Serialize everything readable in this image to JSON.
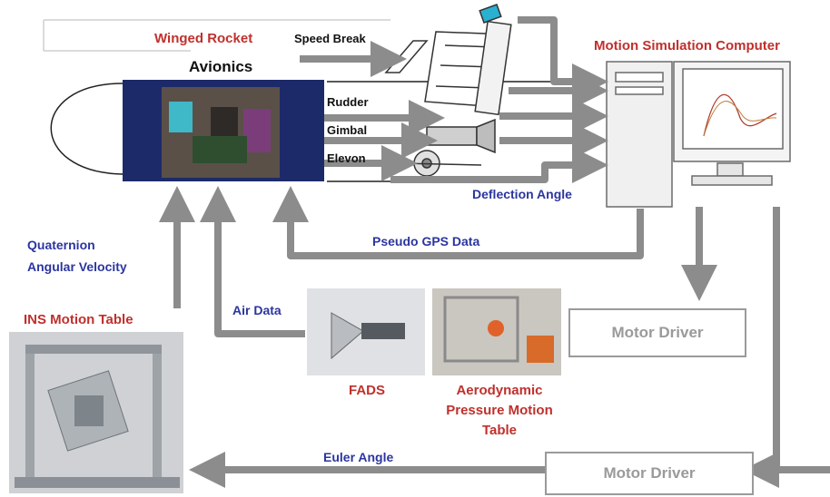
{
  "labels": {
    "winged_rocket": "Winged Rocket",
    "speed_break": "Speed Break",
    "avionics": "Avionics",
    "rudder": "Rudder",
    "gimbal": "Gimbal",
    "elevon": "Elevon",
    "deflection_angle": "Deflection Angle",
    "motion_sim_computer": "Motion Simulation Computer",
    "quaternion": "Quaternion",
    "angular_velocity": "Angular Velocity",
    "pseudo_gps": "Pseudo GPS Data",
    "ins_motion_table": "INS Motion Table",
    "air_data": "Air Data",
    "fads": "FADS",
    "aero_line1": "Aerodynamic",
    "aero_line2": "Pressure Motion",
    "aero_line3": "Table",
    "motor_driver_1": "Motor Driver",
    "motor_driver_2": "Motor Driver",
    "euler_angle": "Euler Angle"
  },
  "colors": {
    "red": "#c0302c",
    "blue": "#2b35a0",
    "arrow": "#8c8c8c",
    "avionics_bg": "#1d2a6a"
  }
}
